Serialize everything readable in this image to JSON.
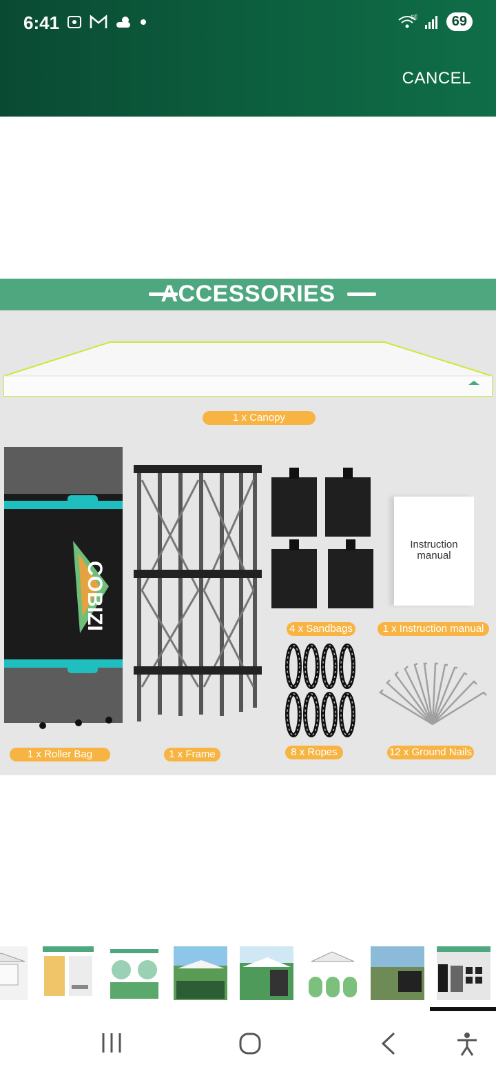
{
  "status_bar": {
    "time": "6:41",
    "network": "6E",
    "battery": "69",
    "icons": [
      "screenshot-icon",
      "gmail-icon",
      "weather-icon",
      "dot-icon",
      "wifi-icon",
      "signal-icon"
    ]
  },
  "header": {
    "cancel_label": "CANCEL"
  },
  "product_image": {
    "banner_title": "ACCESSORIES",
    "brand_logo": "COBIZI",
    "manual_cover_text": "Instruction manual",
    "labels": {
      "canopy": "1 x Canopy",
      "roller_bag": "1 x Roller Bag",
      "frame": "1 x Frame",
      "sandbags": "4 x Sandbags",
      "manual": "1 x Instruction manual",
      "ropes": "8 x Ropes",
      "ground_nails": "12 x Ground Nails"
    },
    "colors": {
      "banner": "#4fa77f",
      "pill": "#f7b442",
      "accent_teal": "#1fbfc0"
    }
  },
  "thumbnails": {
    "count": 8,
    "selected_index": 7
  },
  "navbar": {
    "icons": [
      "recent-apps-icon",
      "home-icon",
      "back-icon",
      "accessibility-icon"
    ]
  }
}
